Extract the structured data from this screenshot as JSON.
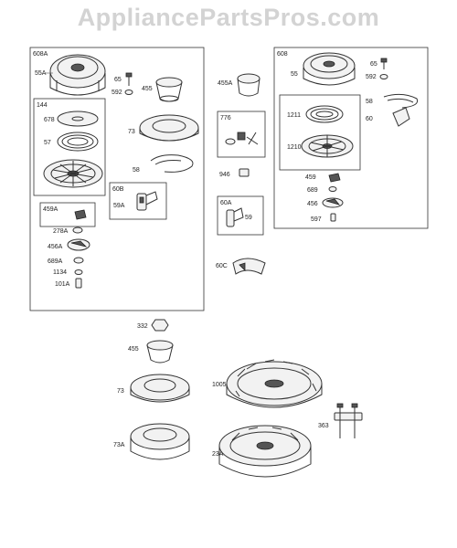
{
  "watermark": "AppliancePartsPros.com",
  "groups": {
    "g608A": "608A",
    "g144": "144",
    "g459A": "459A",
    "g60B": "60B",
    "g776": "776",
    "g60A": "60A",
    "g608": "608",
    "g608inner": ""
  },
  "parts": {
    "p55A": "55A",
    "p65a": "65",
    "p592a": "592",
    "p455": "455",
    "p455A": "455A",
    "p678": "678",
    "p57": "57",
    "p73": "73",
    "p58a": "58",
    "p59A": "59A",
    "p278A": "278A",
    "p456A": "456A",
    "p689A": "689A",
    "p1134": "1134",
    "p101A": "101A",
    "p946": "946",
    "p59": "59",
    "p60C": "60C",
    "p55": "55",
    "p65b": "65",
    "p592b": "592",
    "p58b": "58",
    "p60": "60",
    "p1211": "1211",
    "p1210": "1210",
    "p459": "459",
    "p689": "689",
    "p456": "456",
    "p597": "597",
    "p332": "332",
    "p455b": "455",
    "p73b": "73",
    "p73A": "73A",
    "p1005": "1005",
    "p23A": "23A",
    "p363": "363"
  }
}
